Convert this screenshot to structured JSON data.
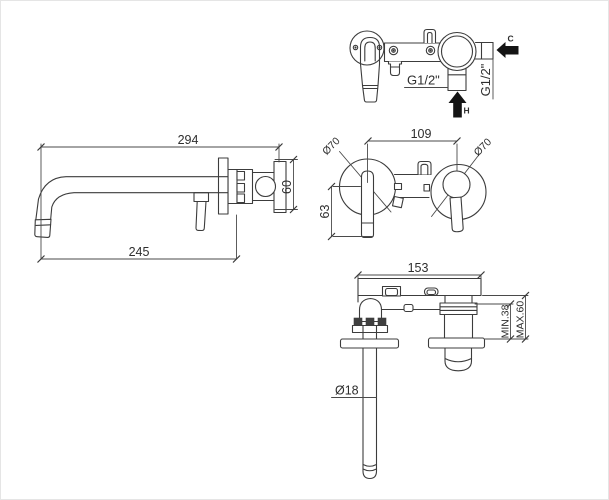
{
  "drawing": {
    "colors": {
      "line": "#3c3c3c",
      "text": "#2e2e2e",
      "arrow": "#141414",
      "background": "#ffffff",
      "frame": "#e5e5e5"
    },
    "rear_view": {
      "hot_thread": "G1/2\"",
      "cold_thread": "G1/2\"",
      "hot_marker": "H",
      "cold_marker": "C"
    },
    "side_view": {
      "dim_overall_reach": "294",
      "dim_spout_to_wall": "245",
      "dim_body_height": "60"
    },
    "front_view": {
      "dim_center_distance": "109",
      "dim_rosette_left": "Ø70",
      "dim_rosette_right": "Ø70",
      "dim_spout_drop": "63"
    },
    "plan_view": {
      "dim_body_width": "153",
      "dim_wall_min": "MIN.38",
      "dim_wall_max": "MAX.60",
      "dim_spout_diameter": "Ø18"
    }
  }
}
